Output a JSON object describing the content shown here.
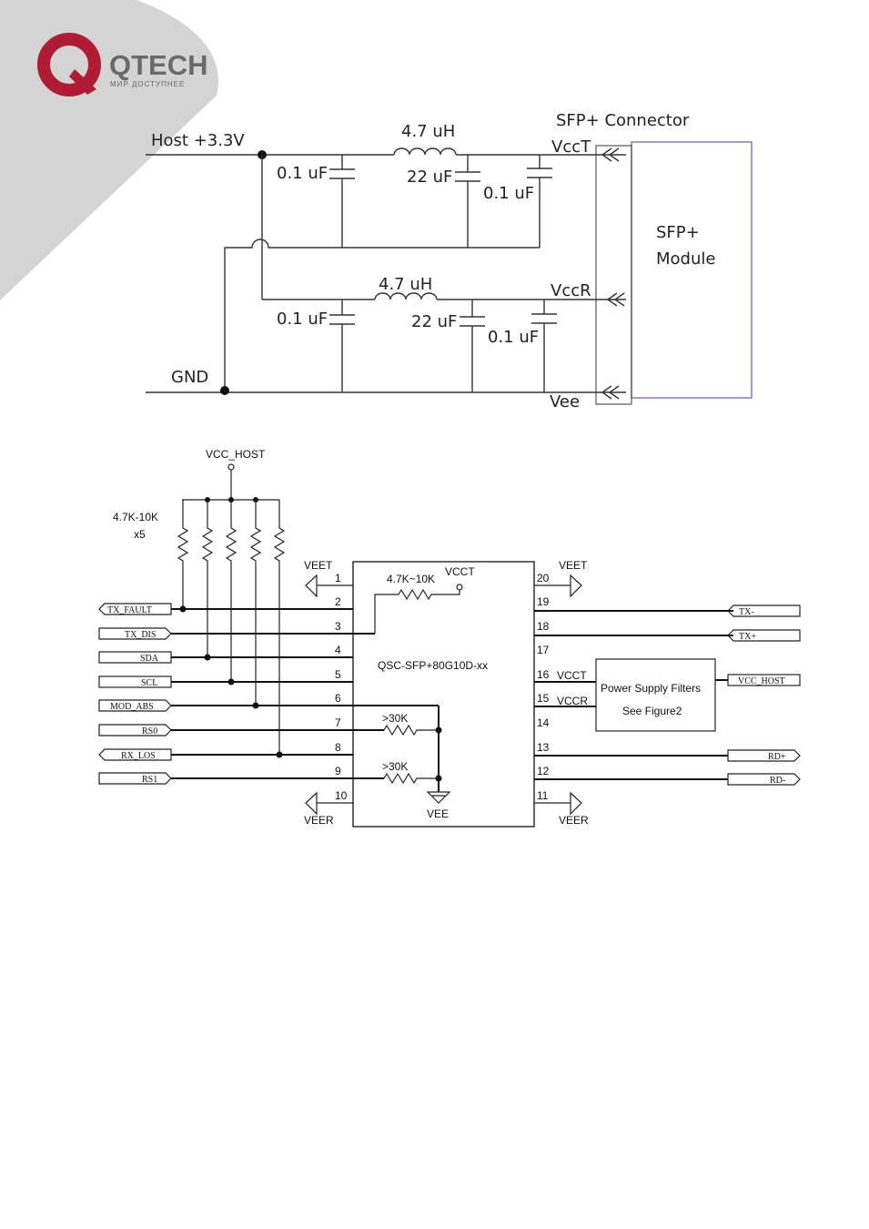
{
  "brand": {
    "name": "QTECH",
    "tagline": "МИР ДОСТУПНЕЕ",
    "colors": {
      "red": "#b01c33",
      "grey": "#d4d4d4",
      "text": "#6a6a6a"
    }
  },
  "figure_power": {
    "host_label": "Host +3.3V",
    "gnd_label": "GND",
    "connector_label": "SFP+ Connector",
    "module_label_1": "SFP+",
    "module_label_2": "Module",
    "vcct_label": "VccT",
    "vccr_label": "VccR",
    "vee_label": "Vee",
    "top_inductor": "4.7 uH",
    "bottom_inductor": "4.7 uH",
    "top_caps": [
      "0.1 uF",
      "22 uF",
      "0.1 uF"
    ],
    "bottom_caps": [
      "0.1 uF",
      "22 uF",
      "0.1 uF"
    ],
    "module_color": "#8a86b8"
  },
  "figure_pins": {
    "vcc_host": "VCC_HOST",
    "resistor_value": "4.7K-10K",
    "resistor_count": "x5",
    "chip_label": "QSC-SFP+80G10D-xx",
    "inner_res": "4.7K~10K",
    "inner_vcct": "VCCT",
    "res_30k_a": ">30K",
    "res_30k_b": ">30K",
    "vee_gnd": "VEE",
    "veet_left": "VEET",
    "veer_left": "VEER",
    "veet_right": "VEET",
    "veer_right": "VEER",
    "left_pins": [
      "1",
      "2",
      "3",
      "4",
      "5",
      "6",
      "7",
      "8",
      "9",
      "10"
    ],
    "right_pins": [
      "20",
      "19",
      "18",
      "17",
      "16",
      "15",
      "14",
      "13",
      "12",
      "11"
    ],
    "pin16_label": "VCCT",
    "pin15_label": "VCCR",
    "left_signals": [
      "TX_FAULT",
      "TX_DIS",
      "SDA",
      "SCL",
      "MOD_ABS",
      "RS0",
      "RX_LOS",
      "RS1"
    ],
    "right_signals": {
      "tx_minus": "TX-",
      "tx_plus": "TX+",
      "vcc_host": "VCC_HOST",
      "rd_plus": "RD+",
      "rd_minus": "RD-"
    },
    "psf_line1": "Power Supply Filters",
    "psf_line2": "See Figure2"
  }
}
